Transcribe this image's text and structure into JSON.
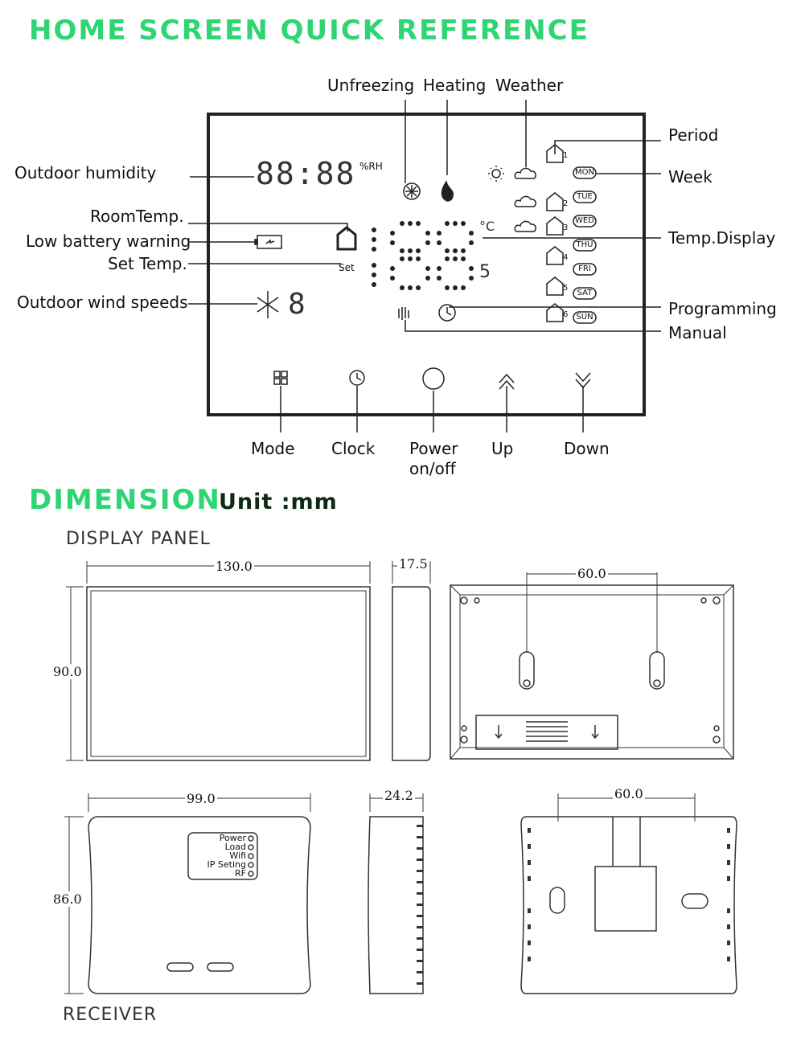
{
  "headings": {
    "home": "HOME SCREEN QUICK REFERENCE",
    "dimension": "DIMENSION",
    "unit": "Unit :mm",
    "display_panel": "DISPLAY PANEL",
    "receiver": "RECEIVER"
  },
  "callouts": {
    "unfreezing": "Unfreezing",
    "heating": "Heating",
    "weather": "Weather",
    "period": "Period",
    "week": "Week",
    "outdoor_humidity": "Outdoor humidity",
    "room_temp": "RoomTemp.",
    "low_battery": "Low battery warning",
    "set_temp": "Set Temp.",
    "outdoor_wind": "Outdoor wind speeds",
    "temp_display": "Temp.Display",
    "programming": "Programming",
    "manual": "Manual"
  },
  "buttons": {
    "mode": "Mode",
    "clock": "Clock",
    "power_line1": "Power",
    "power_line2": "on/off",
    "up": "Up",
    "down": "Down"
  },
  "screen": {
    "clock_digits": "88:88",
    "rh_unit": "%RH",
    "set_label": "Set",
    "temp_digits": "188",
    "set_digits": "188",
    "wind_digit": "8",
    "days": [
      "MON",
      "TUE",
      "WED",
      "THU",
      "FRI",
      "SAT",
      "SUN"
    ],
    "periods": [
      "1",
      "2",
      "3",
      "4",
      "5",
      "6"
    ]
  },
  "dimensions": {
    "panel_width": "130.0",
    "panel_height": "90.0",
    "panel_depth": "17.5",
    "panel_mount": "60.0",
    "receiver_width": "99.0",
    "receiver_height": "86.0",
    "receiver_depth": "24.2",
    "receiver_mount": "60.0"
  },
  "receiver_leds": [
    "Power",
    "Load",
    "Wifi",
    "IP Seting",
    "RF"
  ]
}
